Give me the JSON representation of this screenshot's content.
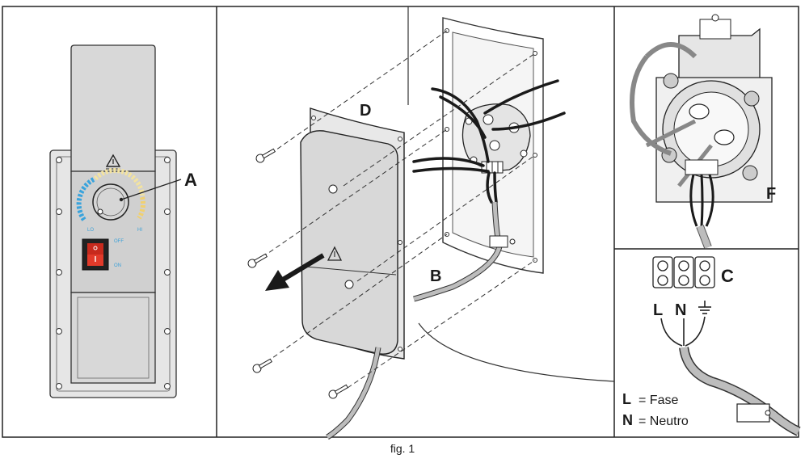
{
  "figure": {
    "caption": "fig. 1",
    "callouts": {
      "a": "A",
      "b": "B",
      "c": "C",
      "d": "D",
      "f": "F"
    },
    "control_panel": {
      "dial_lo": "LO",
      "dial_hi": "HI",
      "switch_off": "OFF",
      "switch_on": "ON"
    },
    "terminal_labels": {
      "l": "L",
      "n": "N"
    },
    "legend": [
      {
        "key": "L",
        "text": "= Fase"
      },
      {
        "key": "N",
        "text": "= Neutro"
      }
    ],
    "colors": {
      "switch_red": "#e23a2a",
      "dial_blue": "#39a3dc",
      "dial_yellow": "#f3e3a0",
      "panel_grey": "#d9d9d9",
      "cable_grey": "#9a9a9a"
    }
  }
}
